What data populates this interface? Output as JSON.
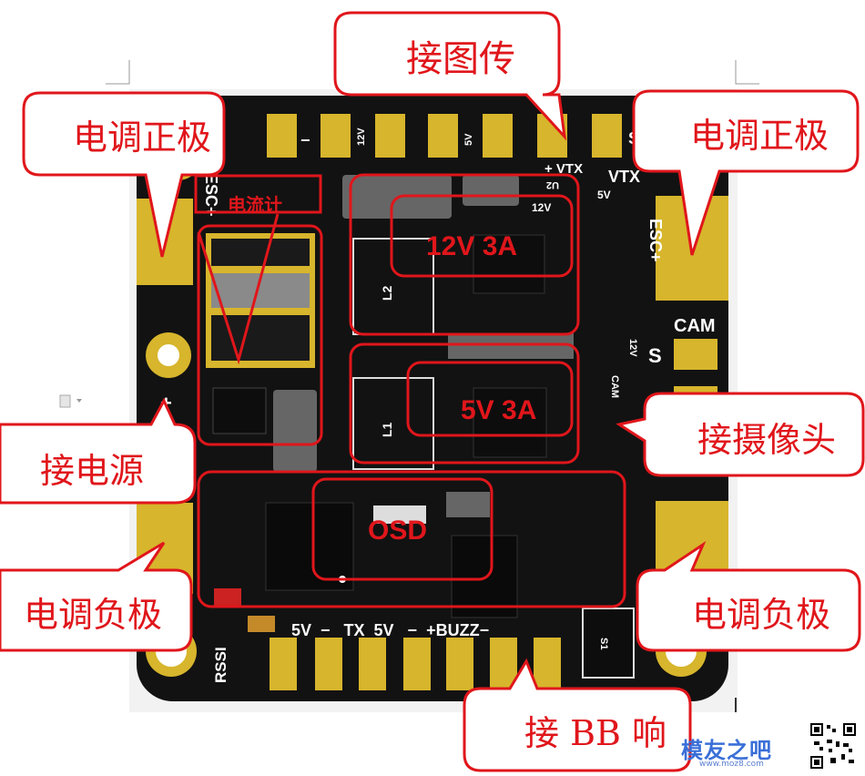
{
  "callouts": {
    "esc_positive_left": "电调正极",
    "esc_positive_right": "电调正极",
    "vtx": "接图传",
    "power": "接电源",
    "camera": "接摄像头",
    "esc_negative_left": "电调负极",
    "esc_negative_right": "电调负极",
    "buzzer": "接 BB 响"
  },
  "board_labels": {
    "current_meter": "电流计",
    "reg_12v": "12V 3A",
    "reg_5v": "5V 3A",
    "osd": "OSD"
  },
  "silkscreen": {
    "esc_left": "ESC+",
    "esc_right": "ESC+",
    "cam": "CAM",
    "s_cam": "S",
    "plus_cam": "+",
    "minus_cam": "−",
    "plus_power": "+",
    "minus_power": "−",
    "vtx_plus": "+ VTX",
    "vtx_main": "VTX",
    "vtx_5v": "5V",
    "vtx_12v": "12V",
    "top_12v": "12V",
    "top_5v": "5V",
    "top_s": "S",
    "top_dash": "−",
    "l2": "L2",
    "l1": "L1",
    "u2": "U2",
    "cam_small": "CAM",
    "v12_small": "12V",
    "s1": "S1",
    "bottom_row": "5V  −   TX  5V   −  +BUZZ−",
    "rssi": "RSSI"
  },
  "watermark": {
    "brand": "模友之吧",
    "url": "www.moz8.com"
  },
  "colors": {
    "board": "#121212",
    "pad": "#d7b52c",
    "callout_border": "#e0161b",
    "callout_text": "#e0161b"
  }
}
